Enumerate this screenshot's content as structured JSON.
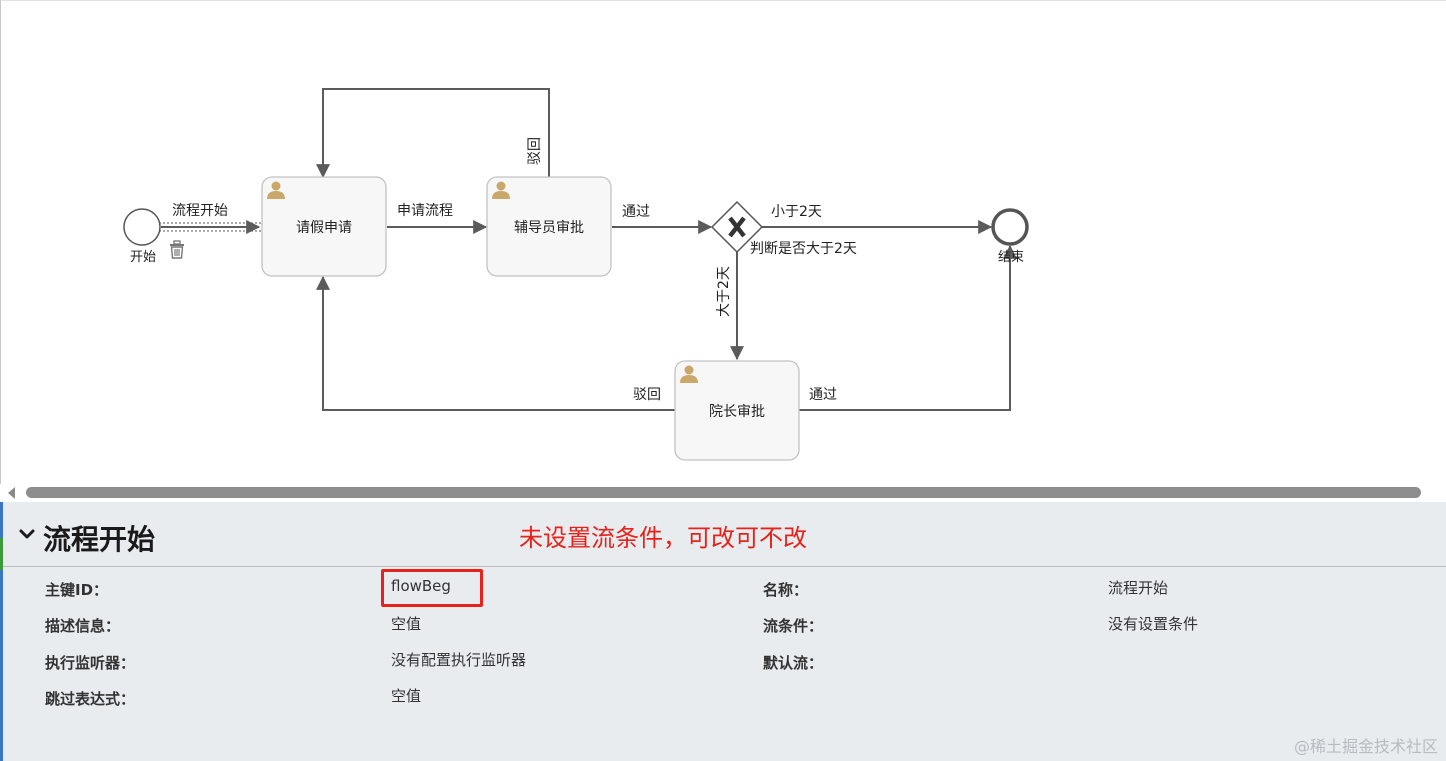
{
  "diagram": {
    "start_label": "开始",
    "end_label": "结束",
    "tasks": {
      "apply": "请假申请",
      "counselor": "辅导员审批",
      "dean": "院长审批"
    },
    "gateway_label": "判断是否大于2天",
    "flows": {
      "start_flow": "流程开始",
      "apply_flow": "申请流程",
      "counselor_pass": "通过",
      "counselor_reject": "驳回",
      "less_than_2": "小于2天",
      "more_than_2": "大于2天",
      "dean_reject": "驳回",
      "dean_pass": "通过"
    },
    "icons": {
      "user": "user-icon",
      "delete": "trash-icon",
      "gateway": "exclusive-gateway-x-icon"
    }
  },
  "properties": {
    "title": "流程开始",
    "annotation": "未设置流条件，可改可不改",
    "fields": {
      "id_label": "主键ID：",
      "id_value": "flowBeg",
      "name_label": "名称：",
      "name_value": "流程开始",
      "desc_label": "描述信息：",
      "desc_value": "空值",
      "condition_label": "流条件：",
      "condition_value": "没有设置条件",
      "listener_label": "执行监听器：",
      "listener_value": "没有配置执行监听器",
      "default_label": "默认流：",
      "default_value": "",
      "skip_label": "跳过表达式：",
      "skip_value": "空值"
    }
  },
  "watermark": "@稀土掘金技术社区",
  "colors": {
    "annotation": "#e8221b",
    "highlight_box": "#e8221b",
    "panel_bg": "#e8ecef",
    "task_fill": "#f7f7f7",
    "flow_line": "#5b5b5b",
    "user_icon": "#c9a86a"
  }
}
